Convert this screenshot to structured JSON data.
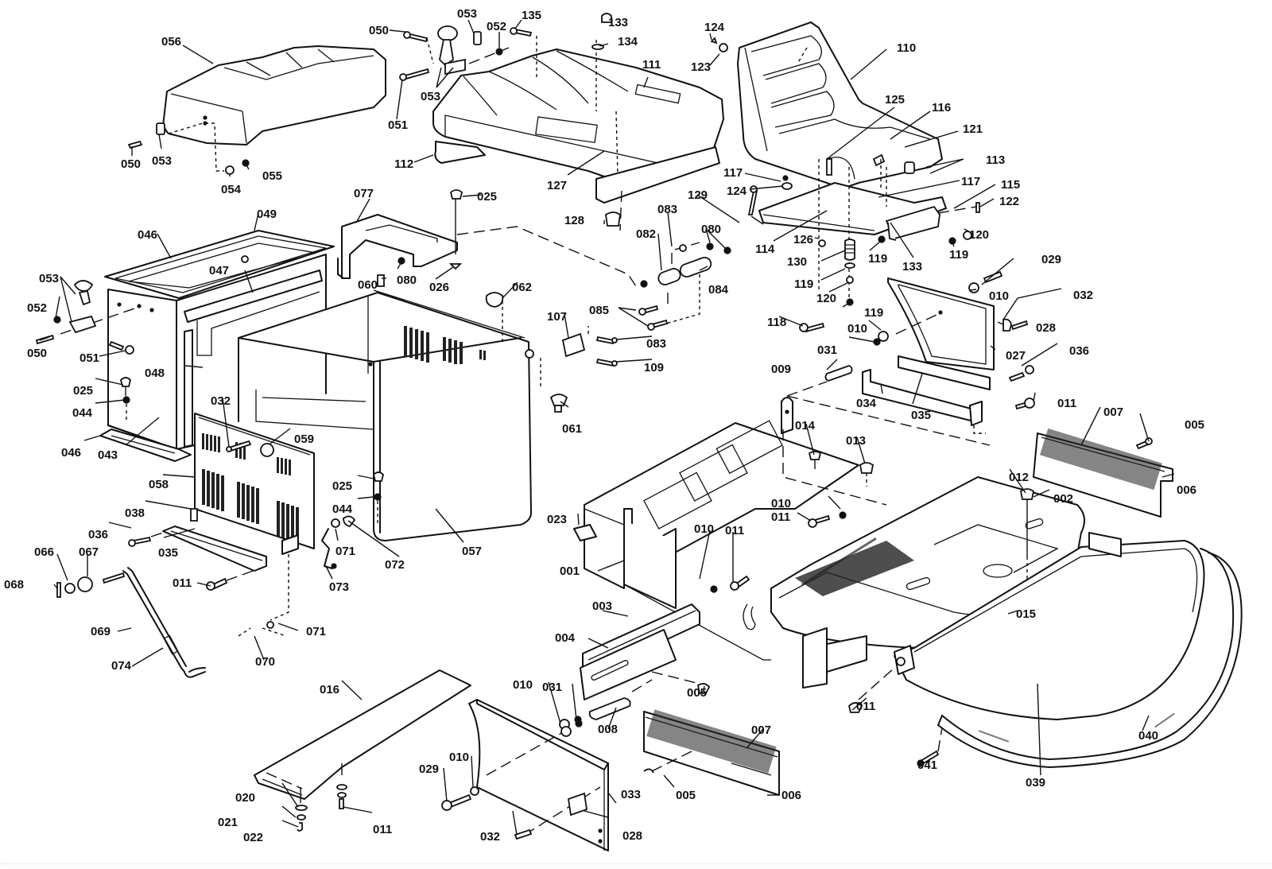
{
  "diagram": {
    "title": "Exploded parts diagram - operator seat, battery box, hood and chassis frame",
    "type": "exploded-parts-view",
    "assemblies": [
      {
        "id": "seat-cushion",
        "parts": [
          "056",
          "050",
          "053",
          "054",
          "055"
        ]
      },
      {
        "id": "seat-pan",
        "parts": [
          "111",
          "112",
          "127",
          "128",
          "133",
          "134",
          "135",
          "050",
          "051",
          "052",
          "053"
        ]
      },
      {
        "id": "high-back-seat",
        "parts": [
          "110",
          "113",
          "114",
          "115",
          "116",
          "117",
          "118",
          "119",
          "120",
          "121",
          "122",
          "123",
          "124",
          "125",
          "126",
          "129",
          "130",
          "133"
        ]
      },
      {
        "id": "seat-box",
        "parts": [
          "043",
          "044",
          "046",
          "047",
          "048",
          "049",
          "050",
          "051",
          "052",
          "053",
          "025"
        ]
      },
      {
        "id": "hood",
        "parts": [
          "057",
          "058",
          "059",
          "060",
          "061",
          "062",
          "077",
          "080",
          "025",
          "026",
          "044",
          "071",
          "072",
          "073"
        ]
      },
      {
        "id": "hood-linkage",
        "parts": [
          "082",
          "083",
          "084",
          "085",
          "107",
          "109"
        ]
      },
      {
        "id": "side-panel-right",
        "parts": [
          "027",
          "028",
          "029",
          "010",
          "032",
          "034",
          "035",
          "036",
          "009",
          "031",
          "011"
        ]
      },
      {
        "id": "chassis",
        "parts": [
          "001",
          "002",
          "003",
          "004",
          "005",
          "006",
          "007",
          "008",
          "010",
          "011",
          "012",
          "013",
          "014",
          "015",
          "023"
        ]
      },
      {
        "id": "side-panel-left",
        "parts": [
          "033",
          "028",
          "029",
          "010",
          "032",
          "016",
          "020",
          "021",
          "022",
          "011"
        ]
      },
      {
        "id": "hood-prop",
        "parts": [
          "066",
          "067",
          "068",
          "069",
          "070",
          "071",
          "074"
        ]
      },
      {
        "id": "front-bumper",
        "parts": [
          "039",
          "040",
          "041",
          "011"
        ]
      }
    ]
  },
  "callouts": [
    {
      "id": "056",
      "text": "056"
    },
    {
      "id": "050a",
      "text": "050"
    },
    {
      "id": "053a",
      "text": "053"
    },
    {
      "id": "054",
      "text": "054"
    },
    {
      "id": "055",
      "text": "055"
    },
    {
      "id": "050b",
      "text": "050"
    },
    {
      "id": "053b",
      "text": "053"
    },
    {
      "id": "052a",
      "text": "052"
    },
    {
      "id": "135",
      "text": "135"
    },
    {
      "id": "133a",
      "text": "133"
    },
    {
      "id": "134",
      "text": "134"
    },
    {
      "id": "053c",
      "text": "053"
    },
    {
      "id": "051a",
      "text": "051"
    },
    {
      "id": "111",
      "text": "111"
    },
    {
      "id": "112",
      "text": "112"
    },
    {
      "id": "127",
      "text": "127"
    },
    {
      "id": "124a",
      "text": "124"
    },
    {
      "id": "123",
      "text": "123"
    },
    {
      "id": "110",
      "text": "110"
    },
    {
      "id": "125",
      "text": "125"
    },
    {
      "id": "116",
      "text": "116"
    },
    {
      "id": "121",
      "text": "121"
    },
    {
      "id": "113",
      "text": "113"
    },
    {
      "id": "117a",
      "text": "117"
    },
    {
      "id": "124b",
      "text": "124"
    },
    {
      "id": "117b",
      "text": "117"
    },
    {
      "id": "115",
      "text": "115"
    },
    {
      "id": "129",
      "text": "129"
    },
    {
      "id": "122",
      "text": "122"
    },
    {
      "id": "126",
      "text": "126"
    },
    {
      "id": "114",
      "text": "114"
    },
    {
      "id": "120a",
      "text": "120"
    },
    {
      "id": "119a",
      "text": "119"
    },
    {
      "id": "133b",
      "text": "133"
    },
    {
      "id": "119b",
      "text": "119"
    },
    {
      "id": "130",
      "text": "130"
    },
    {
      "id": "119c",
      "text": "119"
    },
    {
      "id": "120b",
      "text": "120"
    },
    {
      "id": "119d",
      "text": "119"
    },
    {
      "id": "118",
      "text": "118"
    },
    {
      "id": "029a",
      "text": "029"
    },
    {
      "id": "010a",
      "text": "010"
    },
    {
      "id": "032a",
      "text": "032"
    },
    {
      "id": "028a",
      "text": "028"
    },
    {
      "id": "010b",
      "text": "010"
    },
    {
      "id": "031a",
      "text": "031"
    },
    {
      "id": "027",
      "text": "027"
    },
    {
      "id": "036a",
      "text": "036"
    },
    {
      "id": "009",
      "text": "009"
    },
    {
      "id": "034",
      "text": "034"
    },
    {
      "id": "035a",
      "text": "035"
    },
    {
      "id": "011a",
      "text": "011"
    },
    {
      "id": "007a",
      "text": "007"
    },
    {
      "id": "005a",
      "text": "005"
    },
    {
      "id": "006a",
      "text": "006"
    },
    {
      "id": "049",
      "text": "049"
    },
    {
      "id": "046a",
      "text": "046"
    },
    {
      "id": "077",
      "text": "077"
    },
    {
      "id": "025a",
      "text": "025"
    },
    {
      "id": "128",
      "text": "128"
    },
    {
      "id": "083a",
      "text": "083"
    },
    {
      "id": "080a",
      "text": "080"
    },
    {
      "id": "082",
      "text": "082"
    },
    {
      "id": "084",
      "text": "084"
    },
    {
      "id": "053d",
      "text": "053"
    },
    {
      "id": "047",
      "text": "047"
    },
    {
      "id": "080b",
      "text": "080"
    },
    {
      "id": "026",
      "text": "026"
    },
    {
      "id": "060",
      "text": "060"
    },
    {
      "id": "062",
      "text": "062"
    },
    {
      "id": "052b",
      "text": "052"
    },
    {
      "id": "085",
      "text": "085"
    },
    {
      "id": "083b",
      "text": "083"
    },
    {
      "id": "107",
      "text": "107"
    },
    {
      "id": "050c",
      "text": "050"
    },
    {
      "id": "051b",
      "text": "051"
    },
    {
      "id": "109",
      "text": "109"
    },
    {
      "id": "048",
      "text": "048"
    },
    {
      "id": "025b",
      "text": "025"
    },
    {
      "id": "044a",
      "text": "044"
    },
    {
      "id": "061",
      "text": "061"
    },
    {
      "id": "032b",
      "text": "032"
    },
    {
      "id": "059",
      "text": "059"
    },
    {
      "id": "046b",
      "text": "046"
    },
    {
      "id": "043",
      "text": "043"
    },
    {
      "id": "014",
      "text": "014"
    },
    {
      "id": "013",
      "text": "013"
    },
    {
      "id": "012",
      "text": "012"
    },
    {
      "id": "058",
      "text": "058"
    },
    {
      "id": "025c",
      "text": "025"
    },
    {
      "id": "044b",
      "text": "044"
    },
    {
      "id": "010c",
      "text": "010"
    },
    {
      "id": "011b",
      "text": "011"
    },
    {
      "id": "002",
      "text": "002"
    },
    {
      "id": "038",
      "text": "038"
    },
    {
      "id": "023",
      "text": "023"
    },
    {
      "id": "036b",
      "text": "036"
    },
    {
      "id": "035b",
      "text": "035"
    },
    {
      "id": "071a",
      "text": "071"
    },
    {
      "id": "010d",
      "text": "010"
    },
    {
      "id": "011c",
      "text": "011"
    },
    {
      "id": "057",
      "text": "057"
    },
    {
      "id": "066",
      "text": "066"
    },
    {
      "id": "067",
      "text": "067"
    },
    {
      "id": "072",
      "text": "072"
    },
    {
      "id": "001",
      "text": "001"
    },
    {
      "id": "068",
      "text": "068"
    },
    {
      "id": "011d",
      "text": "011"
    },
    {
      "id": "073",
      "text": "073"
    },
    {
      "id": "003",
      "text": "003"
    },
    {
      "id": "015",
      "text": "015"
    },
    {
      "id": "069",
      "text": "069"
    },
    {
      "id": "071b",
      "text": "071"
    },
    {
      "id": "004",
      "text": "004"
    },
    {
      "id": "070",
      "text": "070"
    },
    {
      "id": "074",
      "text": "074"
    },
    {
      "id": "005b",
      "text": "005"
    },
    {
      "id": "011e",
      "text": "011"
    },
    {
      "id": "016",
      "text": "016"
    },
    {
      "id": "010e",
      "text": "010"
    },
    {
      "id": "031b",
      "text": "031"
    },
    {
      "id": "008",
      "text": "008"
    },
    {
      "id": "007b",
      "text": "007"
    },
    {
      "id": "040",
      "text": "040"
    },
    {
      "id": "041",
      "text": "041"
    },
    {
      "id": "029b",
      "text": "029"
    },
    {
      "id": "010f",
      "text": "010"
    },
    {
      "id": "033",
      "text": "033"
    },
    {
      "id": "006b",
      "text": "006"
    },
    {
      "id": "039",
      "text": "039"
    },
    {
      "id": "020",
      "text": "020"
    },
    {
      "id": "005c",
      "text": "005"
    },
    {
      "id": "021",
      "text": "021"
    },
    {
      "id": "011f",
      "text": "011"
    },
    {
      "id": "032c",
      "text": "032"
    },
    {
      "id": "028b",
      "text": "028"
    },
    {
      "id": "022",
      "text": "022"
    }
  ]
}
